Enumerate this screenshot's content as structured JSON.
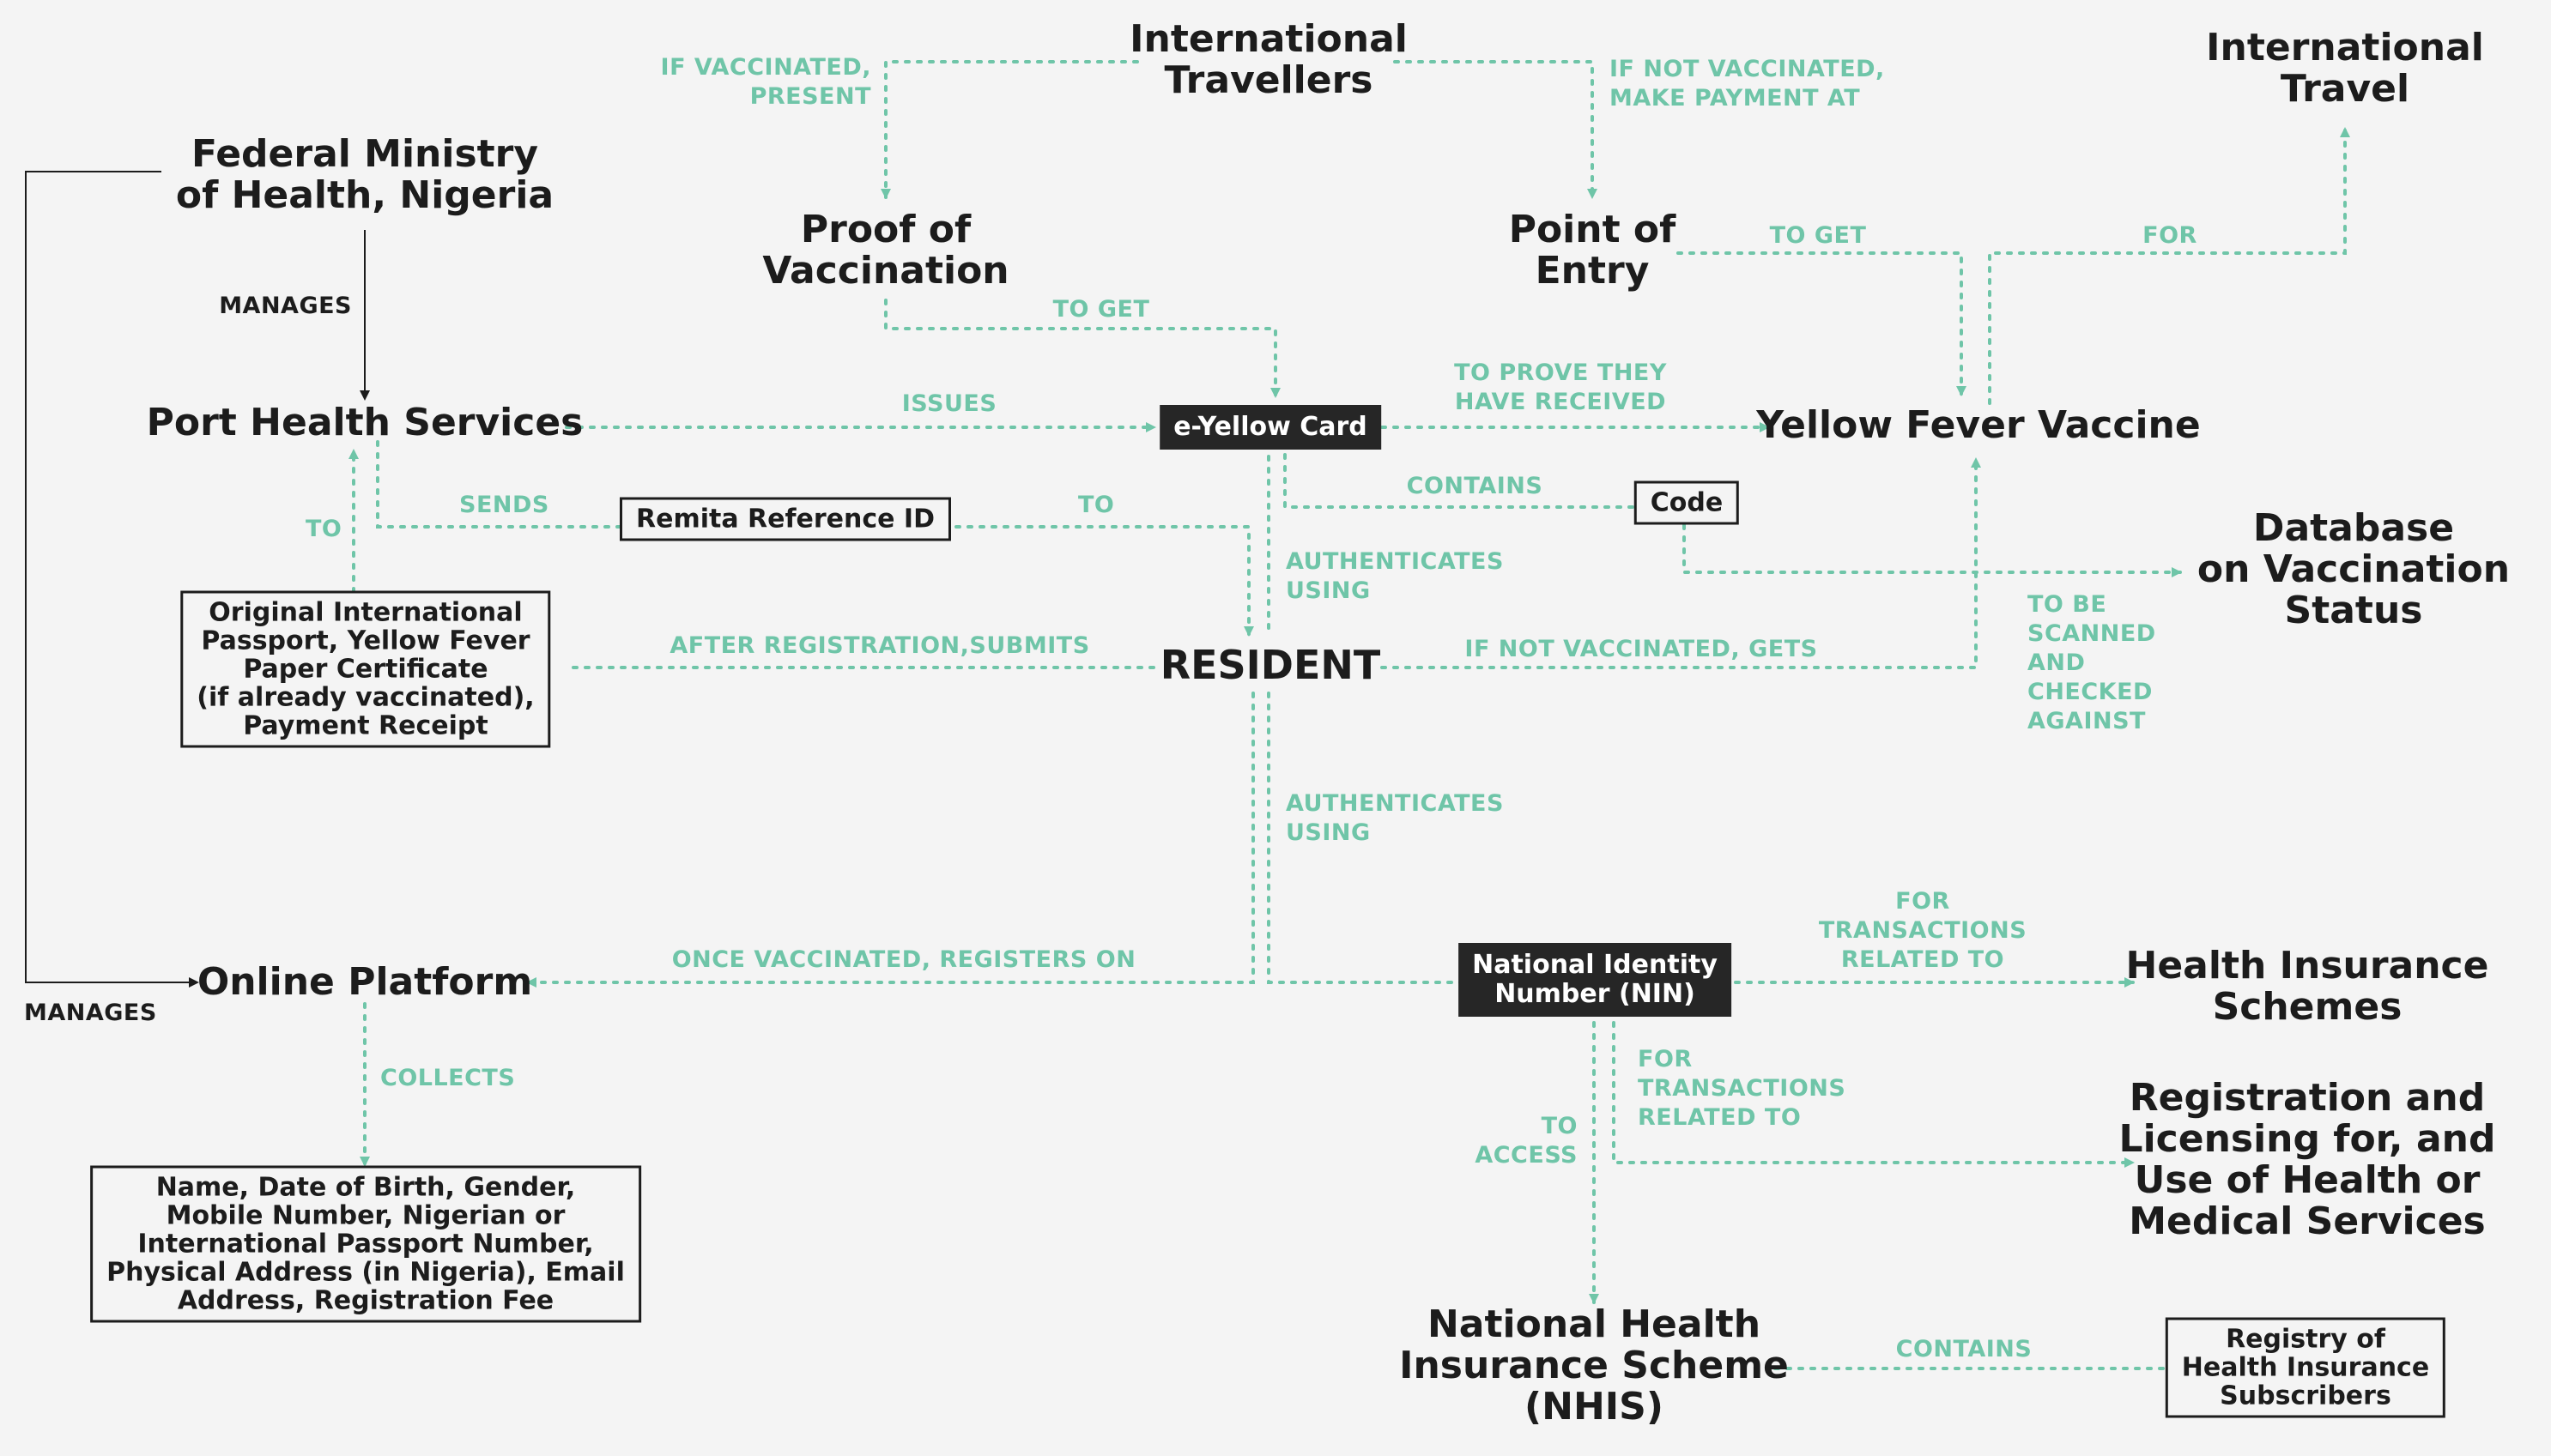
{
  "nodes": {
    "fmoh": "Federal Ministry\nof Health, Nigeria",
    "port_health": "Port Health Services",
    "intl_travellers": "International\nTravellers",
    "proof": "Proof of\nVaccination",
    "point_of_entry": "Point of\nEntry",
    "intl_travel": "International\nTravel",
    "eyellow": "e-Yellow Card",
    "yfv": "Yellow Fever Vaccine",
    "remita": "Remita Reference ID",
    "code": "Code",
    "database": "Database\non Vaccination\nStatus",
    "docs": "Original International\nPassport, Yellow Fever\nPaper Certificate\n(if already vaccinated),\nPayment Receipt",
    "resident": "RESIDENT",
    "online": "Online Platform",
    "nin": "National Identity\nNumber (NIN)",
    "his": "Health Insurance\nSchemes",
    "reg": "Registration and\nLicensing for, and\nUse of Health or\nMedical Services",
    "nhis": "National Health\nInsurance Scheme\n(NHIS)",
    "registry": "Registry of\nHealth Insurance\nSubscribers",
    "fields": "Name, Date of Birth, Gender,\nMobile Number, Nigerian or\nInternational Passport Number,\nPhysical Address (in Nigeria), Email\nAddress, Registration Fee"
  },
  "labels": {
    "manages1": "MANAGES",
    "manages2": "MANAGES",
    "if_vacc": "IF VACCINATED,\nPRESENT",
    "if_not_vacc": "IF NOT VACCINATED,\nMAKE PAYMENT AT",
    "to_get1": "TO GET",
    "to_get2": "TO GET",
    "for1": "FOR",
    "issues": "ISSUES",
    "to_prove": "TO PROVE THEY\nHAVE RECEIVED",
    "sends": "SENDS",
    "to1": "TO",
    "to2": "TO",
    "contains1": "CONTAINS",
    "auth1": "AUTHENTICATES\nUSING",
    "after_reg": "AFTER REGISTRATION,SUBMITS",
    "if_not_gets": "IF NOT VACCINATED, GETS",
    "scanned": "TO BE\nSCANNED\nAND\nCHECKED\nAGAINST",
    "auth2": "AUTHENTICATES\nUSING",
    "once_vacc": "ONCE VACCINATED, REGISTERS ON",
    "for_trans1": "FOR\nTRANSACTIONS\nRELATED TO",
    "for_trans2": "FOR\nTRANSACTIONS\nRELATED TO",
    "to_access": "TO\nACCESS",
    "collects": "COLLECTS",
    "contains2": "CONTAINS"
  },
  "colors": {
    "accent": "#6fc5a8",
    "ink": "#1c1c1c",
    "background": "#f4f4f4",
    "dark_box": "#262626"
  }
}
